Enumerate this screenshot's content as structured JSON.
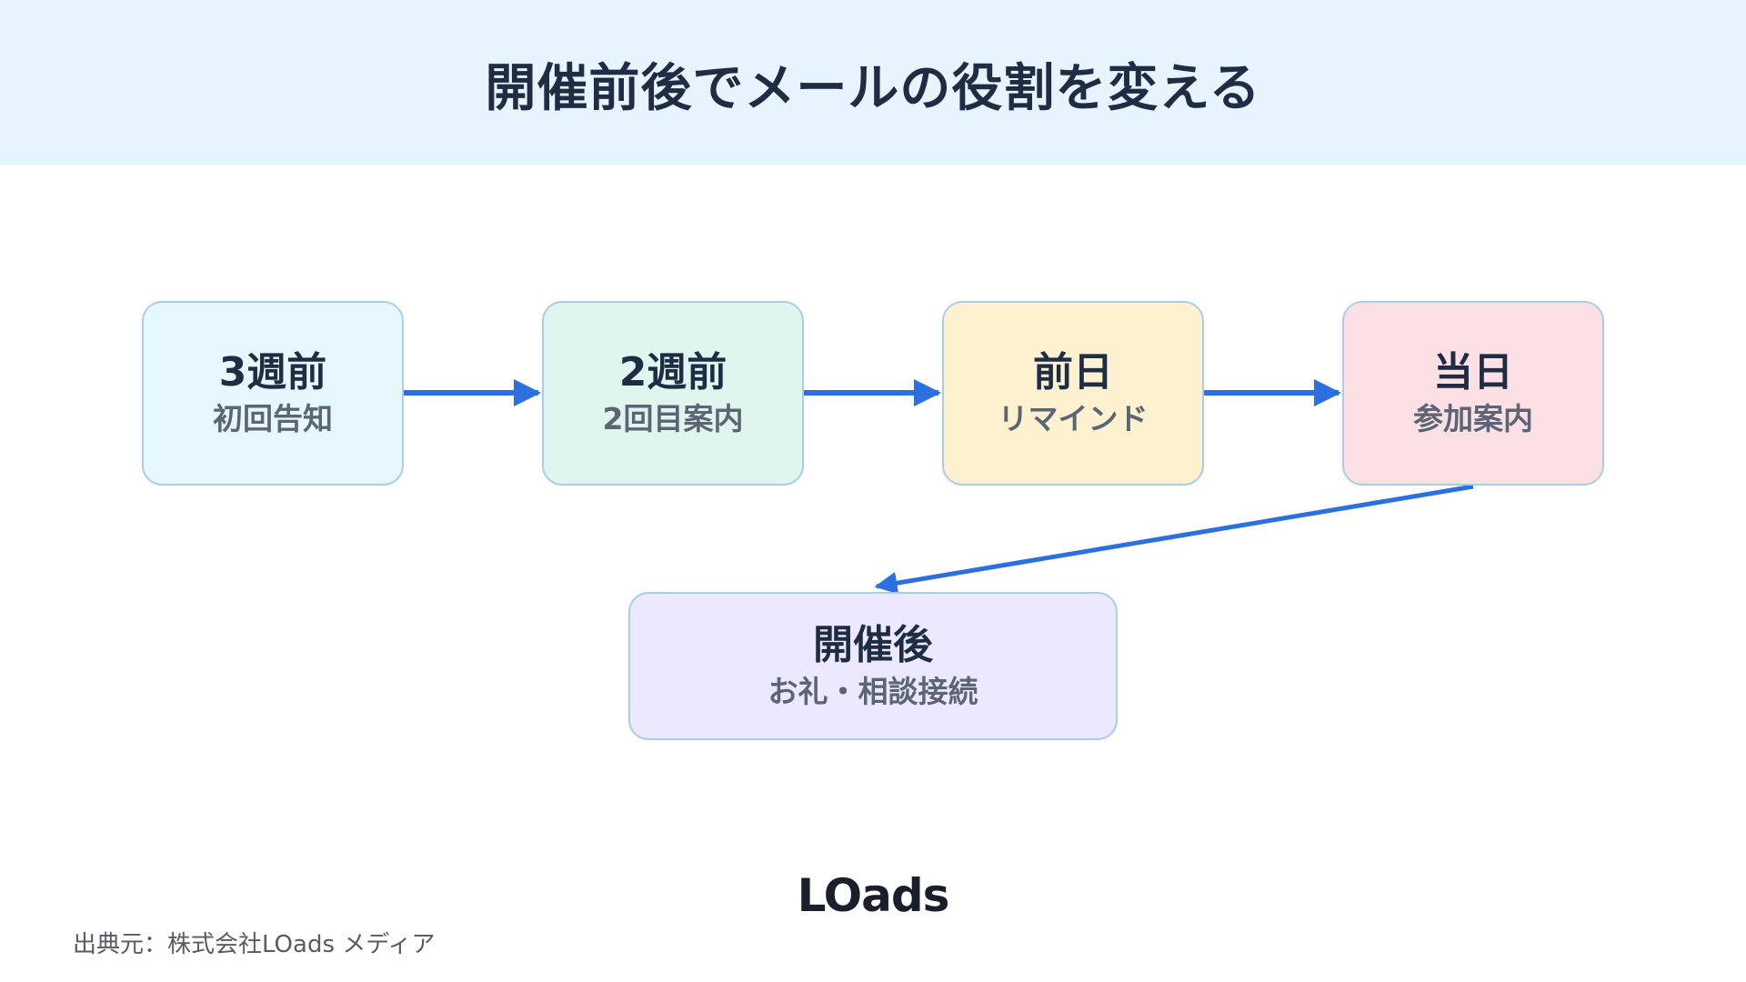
{
  "title": "開催前後でメールの役割を変える",
  "colors": {
    "header_bg": "#e6f5fd",
    "arrow": "#2b6fe0",
    "node_border": "#a8cde6"
  },
  "nodes": [
    {
      "title": "3週前",
      "subtitle": "初回告知",
      "fill": "#e6f7fd"
    },
    {
      "title": "2週前",
      "subtitle": "2回目案内",
      "fill": "#dff5ee"
    },
    {
      "title": "前日",
      "subtitle": "リマインド",
      "fill": "#fdf1cf"
    },
    {
      "title": "当日",
      "subtitle": "参加案内",
      "fill": "#fde0e3"
    },
    {
      "title": "開催後",
      "subtitle": "お礼・相談接続",
      "fill": "#ece8fd"
    }
  ],
  "logo": "LOads",
  "source": "出典元：株式会社LOads メディア"
}
